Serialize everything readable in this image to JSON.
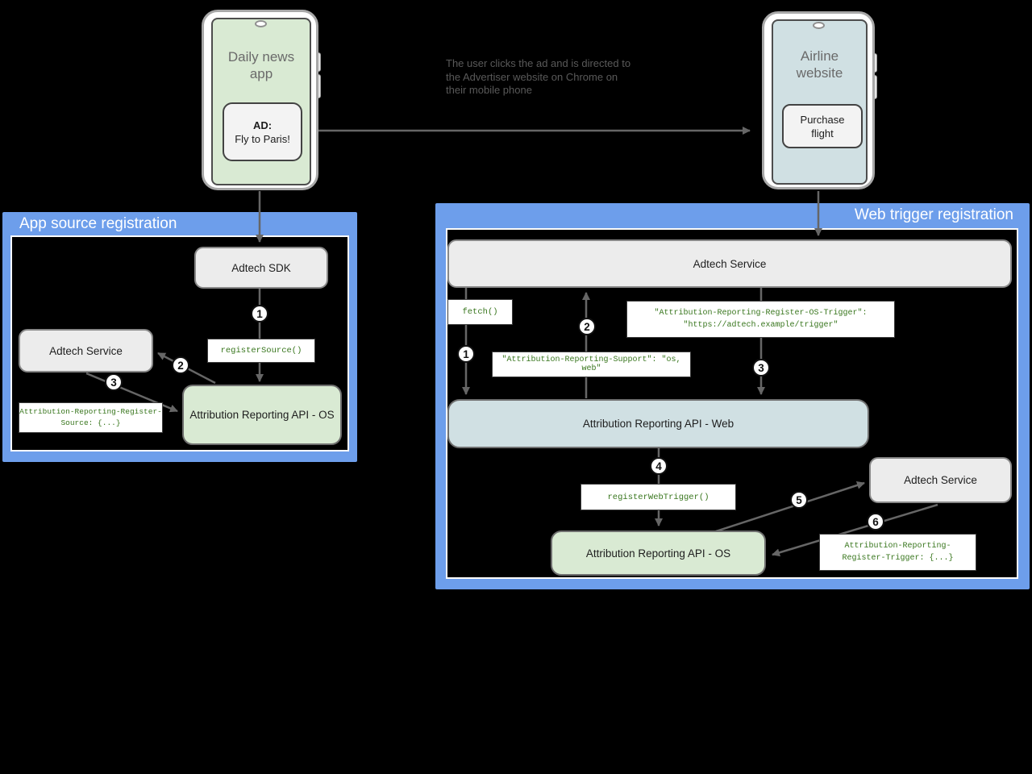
{
  "phones": {
    "left": {
      "title": "Daily news app",
      "ad_label": "AD:",
      "ad_text": "Fly to Paris!"
    },
    "right": {
      "title": "Airline website",
      "button_text": "Purchase flight"
    }
  },
  "caption": {
    "line1": "The user clicks the ad and is directed to",
    "line2": "the Advertiser website on Chrome on",
    "line3": "their mobile phone"
  },
  "left_panel": {
    "title": "App source registration",
    "nodes": {
      "adtech_sdk": "Adtech SDK",
      "adtech_service": "Adtech Service",
      "api_os": "Attribution Reporting API - OS",
      "register_source": "registerSource()",
      "register_source_header_line1": "Attribution-Reporting-Register-",
      "register_source_header_line2": "Source: {...}"
    },
    "steps": {
      "s1": "1",
      "s2": "2",
      "s3": "3"
    }
  },
  "right_panel": {
    "title": "Web trigger registration",
    "nodes": {
      "adtech_service_top": "Adtech Service",
      "fetch": "fetch()",
      "os_trigger_header_line1": "\"Attribution-Reporting-Register-OS-Trigger\":",
      "os_trigger_header_line2": "\"https://adtech.example/trigger\"",
      "support_header": "\"Attribution-Reporting-Support\": \"os, web\"",
      "api_web": "Attribution Reporting API - Web",
      "register_web_trigger": "registerWebTrigger()",
      "api_os": "Attribution Reporting API - OS",
      "adtech_service_right": "Adtech Service",
      "register_trigger_header_line1": "Attribution-Reporting-",
      "register_trigger_header_line2": "Register-Trigger: {...}"
    },
    "steps": {
      "s1": "1",
      "s2": "2",
      "s3": "3",
      "s4": "4",
      "s5": "5",
      "s6": "6"
    }
  },
  "colors": {
    "panel_blue": "#6d9eeb",
    "light_green": "#d9ead3",
    "light_bluegray": "#d0e0e3",
    "arrow_gray": "#666666",
    "code_green": "#38761d",
    "background": "#000000"
  }
}
